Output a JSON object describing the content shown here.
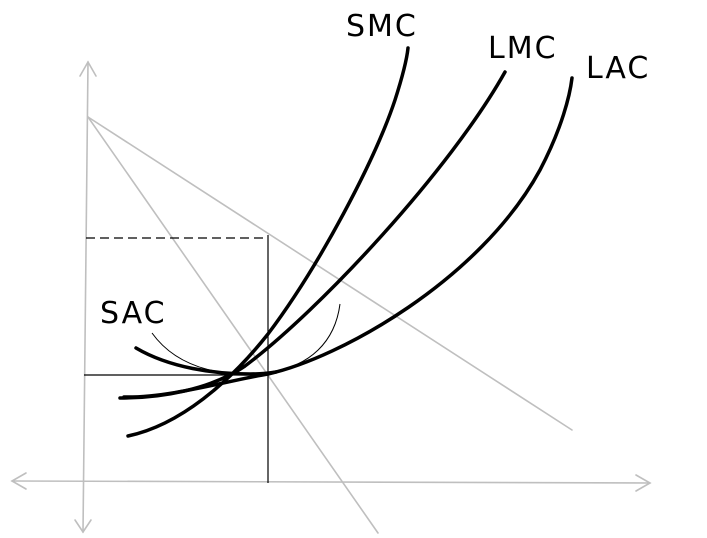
{
  "labels": {
    "smc": "SMC",
    "lmc": "LMC",
    "lac": "LAC",
    "sac": "SAC"
  },
  "colors": {
    "axis": "#bfbfbf",
    "curves": "#000000",
    "background": "#ffffff"
  }
}
